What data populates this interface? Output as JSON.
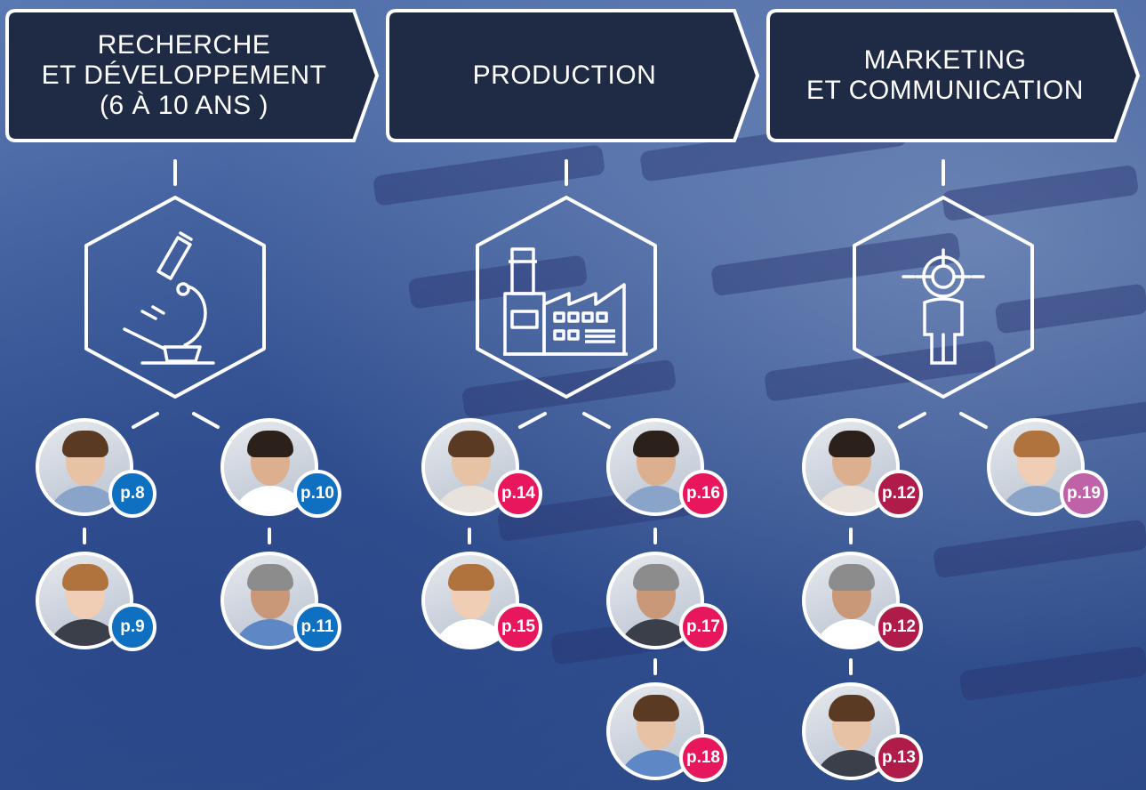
{
  "colors": {
    "banner_fill": "#1f2a44",
    "outline": "#ffffff",
    "badge_blue": "#0f6fc0",
    "badge_pink": "#e8175d",
    "badge_crimson": "#b01c4a",
    "badge_violet": "#c062a8"
  },
  "columns": [
    {
      "title": "RECHERCHE\nET DÉVELOPPEMENT\n(6 À 10 ANS )",
      "icon": "microscope-icon",
      "people": [
        {
          "page": "p.8",
          "color": "badge_blue"
        },
        {
          "page": "p.10",
          "color": "badge_blue"
        },
        {
          "page": "p.9",
          "color": "badge_blue"
        },
        {
          "page": "p.11",
          "color": "badge_blue"
        }
      ]
    },
    {
      "title": "PRODUCTION",
      "icon": "factory-icon",
      "people": [
        {
          "page": "p.14",
          "color": "badge_pink"
        },
        {
          "page": "p.16",
          "color": "badge_pink"
        },
        {
          "page": "p.15",
          "color": "badge_pink"
        },
        {
          "page": "p.17",
          "color": "badge_pink"
        },
        {
          "page": "p.18",
          "color": "badge_pink"
        }
      ]
    },
    {
      "title": "MARKETING\nET COMMUNICATION",
      "icon": "target-person-icon",
      "people": [
        {
          "page": "p.12",
          "color": "badge_crimson"
        },
        {
          "page": "p.19",
          "color": "badge_violet"
        },
        {
          "page": "p.12",
          "color": "badge_crimson"
        },
        {
          "page": "p.13",
          "color": "badge_crimson"
        }
      ]
    }
  ]
}
